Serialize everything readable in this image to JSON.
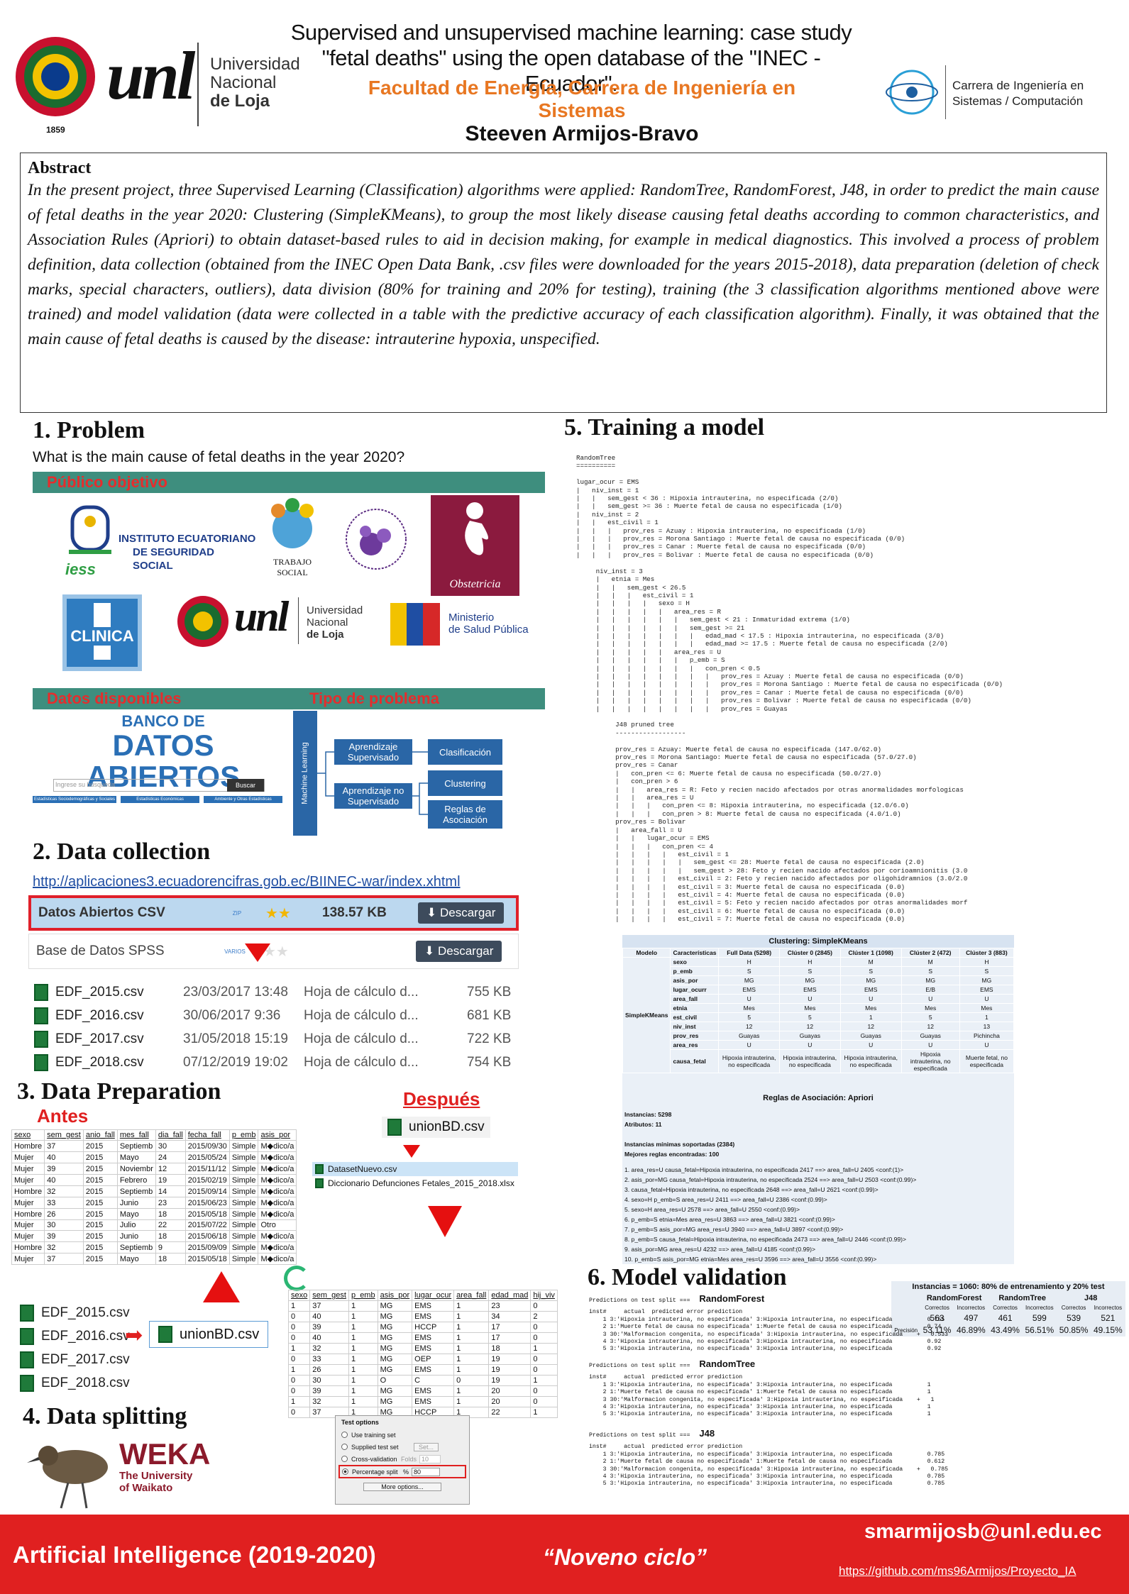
{
  "header": {
    "title_line1": "Supervised and unsupervised machine learning: case study",
    "title_line2": "\"fetal deaths\" using the open database of the \"INEC - Ecuador\".",
    "faculty_line1": "Facultad de Energía, Carrera de Ingeniería en",
    "faculty_line2": "Sistemas",
    "author": "Steeven Armijos-Bravo",
    "unl_logo_text": "unl",
    "unl_name_line1": "Universidad",
    "unl_name_line2": "Nacional",
    "unl_name_line3": "de Loja",
    "seal_year": "1859",
    "career_line1": "Carrera de Ingeniería en",
    "career_line2": "Sistemas / Computación"
  },
  "abstract": {
    "heading": "Abstract",
    "text": "In the present project, three Supervised Learning (Classification) algorithms were applied: RandomTree, RandomForest, J48, in order to predict the main cause of fetal deaths in the year 2020: Clustering (SimpleKMeans), to group the most likely disease causing fetal deaths according to common characteristics, and Association Rules (Apriori) to obtain dataset-based rules to aid in decision making, for example in medical diagnostics. This involved a process of problem definition, data collection (obtained from the INEC Open Data Bank, .csv files were downloaded for the years 2015-2018), data preparation (deletion of check marks, special characters, outliers), data division (80% for training and 20% for testing), training (the 3 classification algorithms mentioned above were trained) and model validation (data were collected in a table with the predictive accuracy of each classification algorithm). Finally, it was obtained that the main cause of fetal deaths is caused by the disease: intrauterine hypoxia, unspecified."
  },
  "problem": {
    "heading": "1. Problem",
    "question": "What is the main cause of fetal deaths in the year 2020?",
    "bar_target": "Público objetivo",
    "bar_data": "Datos disponibles",
    "bar_type": "Tipo de problema",
    "iess_name_line1": "INSTITUTO ECUATORIANO",
    "iess_name_line2": "DE SEGURIDAD SOCIAL",
    "iess_abbr": "iess",
    "social_work": "TRABAJO SOCIAL",
    "obstetrics": "Obstetricia",
    "clinic": "CLINICA",
    "ministry_line1": "Ministerio",
    "ministry_line2": "de Salud Pública",
    "open_data_line1": "BANCO DE",
    "open_data_line2": "DATOS ABIERTOS",
    "search_placeholder": "Ingrese su búsqueda",
    "search_button": "Buscar",
    "open_data_links": [
      "Estadísticas Sociodemográficas y Sociales",
      "Estadísticas Económicas",
      "Ambiente y Otras Estadísticas"
    ],
    "ml_root": "Machine Learning",
    "ml_supervised": "Aprendizaje Supervisado",
    "ml_unsupervised": "Aprendizaje no Supervisado",
    "ml_classification": "Clasificación",
    "ml_clustering": "Clustering",
    "ml_association": "Reglas de Asociación"
  },
  "collection": {
    "heading": "2. Data collection",
    "url": "http://aplicaciones3.ecuadorencifras.gob.ec/BIINEC-war/index.xhtml",
    "rows": [
      {
        "name": "Datos Abiertos CSV",
        "size": "138.57 KB",
        "button": "Descargar",
        "icon": "ZIP"
      },
      {
        "name": "Base de Datos SPSS",
        "size": "",
        "button": "Descargar",
        "icon": "VARIOS"
      }
    ],
    "files": [
      {
        "name": "EDF_2015.csv",
        "date": "23/03/2017 13:48",
        "type": "Hoja de cálculo d...",
        "size": "755 KB"
      },
      {
        "name": "EDF_2016.csv",
        "date": "30/06/2017 9:36",
        "type": "Hoja de cálculo d...",
        "size": "681 KB"
      },
      {
        "name": "EDF_2017.csv",
        "date": "31/05/2018 15:19",
        "type": "Hoja de cálculo d...",
        "size": "722 KB"
      },
      {
        "name": "EDF_2018.csv",
        "date": "07/12/2019 19:02",
        "type": "Hoja de cálculo d...",
        "size": "754 KB"
      }
    ]
  },
  "preparation": {
    "heading": "3. Data Preparation",
    "before": "Antes",
    "after": "Después",
    "union_file": "unionBD.csv",
    "after_files": [
      "DatasetNuevo.csv",
      "Diccionario Defunciones Fetales_2015_2018.xlsx"
    ],
    "before_headers": [
      "sexo",
      "sem_gest",
      "anio_fall",
      "mes_fall",
      "dia_fall",
      "fecha_fall",
      "p_emb",
      "asis_por"
    ],
    "before_rows": [
      [
        "Hombre",
        "37",
        "2015",
        "Septiemb",
        "30",
        "2015/09/30",
        "Simple",
        "M◆dico/a"
      ],
      [
        "Mujer",
        "40",
        "2015",
        "Mayo",
        "24",
        "2015/05/24",
        "Simple",
        "M◆dico/a"
      ],
      [
        "Mujer",
        "39",
        "2015",
        "Noviembr",
        "12",
        "2015/11/12",
        "Simple",
        "M◆dico/a"
      ],
      [
        "Mujer",
        "40",
        "2015",
        "Febrero",
        "19",
        "2015/02/19",
        "Simple",
        "M◆dico/a"
      ],
      [
        "Hombre",
        "32",
        "2015",
        "Septiemb",
        "14",
        "2015/09/14",
        "Simple",
        "M◆dico/a"
      ],
      [
        "Mujer",
        "33",
        "2015",
        "Junio",
        "23",
        "2015/06/23",
        "Simple",
        "M◆dico/a"
      ],
      [
        "Hombre",
        "26",
        "2015",
        "Mayo",
        "18",
        "2015/05/18",
        "Simple",
        "M◆dico/a"
      ],
      [
        "Mujer",
        "30",
        "2015",
        "Julio",
        "22",
        "2015/07/22",
        "Simple",
        "Otro"
      ],
      [
        "Mujer",
        "39",
        "2015",
        "Junio",
        "18",
        "2015/06/18",
        "Simple",
        "M◆dico/a"
      ],
      [
        "Hombre",
        "32",
        "2015",
        "Septiemb",
        "9",
        "2015/09/09",
        "Simple",
        "M◆dico/a"
      ],
      [
        "Mujer",
        "37",
        "2015",
        "Mayo",
        "18",
        "2015/05/18",
        "Simple",
        "M◆dico/a"
      ]
    ],
    "after_headers": [
      "sexo",
      "sem_gest",
      "p_emb",
      "asis_por",
      "lugar_ocur",
      "area_fall",
      "edad_mad",
      "hij_viv"
    ],
    "after_rows": [
      [
        "1",
        "37",
        "1",
        "MG",
        "EMS",
        "1",
        "23",
        "0"
      ],
      [
        "0",
        "40",
        "1",
        "MG",
        "EMS",
        "1",
        "34",
        "2"
      ],
      [
        "0",
        "39",
        "1",
        "MG",
        "HCCP",
        "1",
        "17",
        "0"
      ],
      [
        "0",
        "40",
        "1",
        "MG",
        "EMS",
        "1",
        "17",
        "0"
      ],
      [
        "1",
        "32",
        "1",
        "MG",
        "EMS",
        "1",
        "18",
        "1"
      ],
      [
        "0",
        "33",
        "1",
        "MG",
        "OEP",
        "1",
        "19",
        "0"
      ],
      [
        "1",
        "26",
        "1",
        "MG",
        "EMS",
        "1",
        "19",
        "0"
      ],
      [
        "0",
        "30",
        "1",
        "O",
        "C",
        "0",
        "19",
        "1"
      ],
      [
        "0",
        "39",
        "1",
        "MG",
        "EMS",
        "1",
        "20",
        "0"
      ],
      [
        "1",
        "32",
        "1",
        "MG",
        "EMS",
        "1",
        "20",
        "0"
      ],
      [
        "0",
        "37",
        "1",
        "MG",
        "HCCP",
        "1",
        "22",
        "1"
      ]
    ],
    "left_files": [
      "EDF_2015.csv",
      "EDF_2016.csv",
      "EDF_2017.csv",
      "EDF_2018.csv"
    ]
  },
  "splitting": {
    "heading": "4. Data splitting",
    "weka_name": "WEKA",
    "weka_sub1": "The University",
    "weka_sub2": "of Waikato",
    "test_options_title": "Test options",
    "options": [
      "Use training set",
      "Supplied test set",
      "Cross-validation",
      "Percentage split"
    ],
    "set_button": "Set...",
    "folds_label": "Folds",
    "folds_value": "10",
    "percent_label": "%",
    "percent_value": "80",
    "more_options": "More options..."
  },
  "training": {
    "heading": "5. Training a model",
    "tree_text": "RandomTree\n==========\n\nlugar_ocur = EMS\n|   niv_inst = 1\n|   |   sem_gest < 36 : Hipoxia intrauterina, no especificada (2/0)\n|   |   sem_gest >= 36 : Muerte fetal de causa no especificada (1/0)\n|   niv_inst = 2\n|   |   est_civil = 1\n|   |   |   prov_res = Azuay : Hipoxia intrauterina, no especificada (1/0)\n|   |   |   prov_res = Morona Santiago : Muerte fetal de causa no especificada (0/0)\n|   |   |   prov_res = Canar : Muerte fetal de causa no especificada (0/0)\n|   |   |   prov_res = Bolivar : Muerte fetal de causa no especificada (0/0)\n\n     niv_inst = 3\n     |   etnia = Mes\n     |   |   sem_gest < 26.5\n     |   |   |   est_civil = 1\n     |   |   |   |   sexo = H\n     |   |   |   |   |   area_res = R\n     |   |   |   |   |   |   sem_gest < 21 : Inmaturidad extrema (1/0)\n     |   |   |   |   |   |   sem_gest >= 21\n     |   |   |   |   |   |   |   edad_mad < 17.5 : Hipoxia intrauterina, no especificada (3/0)\n     |   |   |   |   |   |   |   edad_mad >= 17.5 : Muerte fetal de causa no especificada (2/0)\n     |   |   |   |   |   area_res = U\n     |   |   |   |   |   |   p_emb = S\n     |   |   |   |   |   |   |   con_pren < 0.5\n     |   |   |   |   |   |   |   |   prov_res = Azuay : Muerte fetal de causa no especificada (0/0)\n     |   |   |   |   |   |   |   |   prov_res = Morona Santiago : Muerte fetal de causa no especificada (0/0)\n     |   |   |   |   |   |   |   |   prov_res = Canar : Muerte fetal de causa no especificada (0/0)\n     |   |   |   |   |   |   |   |   prov_res = Bolivar : Muerte fetal de causa no especificada (0/0)\n     |   |   |   |   |   |   |   |   prov_res = Guayas\n\n          J48 pruned tree\n          ------------------\n\n          prov_res = Azuay: Muerte fetal de causa no especificada (147.0/62.0)\n          prov_res = Morona Santiago: Muerte fetal de causa no especificada (57.0/27.0)\n          prov_res = Canar\n          |   con_pren <= 6: Muerte fetal de causa no especificada (50.0/27.0)\n          |   con_pren > 6\n          |   |   area_res = R: Feto y recien nacido afectados por otras anormalidades morfologicas\n          |   |   area_res = U\n          |   |   |   con_pren <= 8: Hipoxia intrauterina, no especificada (12.0/6.0)\n          |   |   |   con_pren > 8: Muerte fetal de causa no especificada (4.0/1.0)\n          prov_res = Bolivar\n          |   area_fall = U\n          |   |   lugar_ocur = EMS\n          |   |   |   con_pren <= 4\n          |   |   |   |   est_civil = 1\n          |   |   |   |   |   sem_gest <= 28: Muerte fetal de causa no especificada (2.0)\n          |   |   |   |   |   sem_gest > 28: Feto y recien nacido afectados por corioamnionitis (3.0\n          |   |   |   |   est_civil = 2: Feto y recien nacido afectados por oligohidramnios (3.0/2.0\n          |   |   |   |   est_civil = 3: Muerte fetal de causa no especificada (0.0)\n          |   |   |   |   est_civil = 4: Muerte fetal de causa no especificada (0.0)\n          |   |   |   |   est_civil = 5: Feto y recien nacido afectados por otras anormalidades morf\n          |   |   |   |   est_civil = 6: Muerte fetal de causa no especificada (0.0)\n          |   |   |   |   est_civil = 7: Muerte fetal de causa no especificada (0.0)",
    "cluster_title": "Clustering: SimpleKMeans",
    "cluster_headers": [
      "Modelo",
      "Características",
      "Full Data (5298)",
      "Clúster 0 (2845)",
      "Clúster 1 (1098)",
      "Clúster 2 (472)",
      "Clúster 3 (883)"
    ],
    "cluster_model": "SimpleKMeans",
    "cluster_rows": [
      [
        "sexo",
        "H",
        "H",
        "M",
        "M",
        "H"
      ],
      [
        "p_emb",
        "S",
        "S",
        "S",
        "S",
        "S"
      ],
      [
        "asis_por",
        "MG",
        "MG",
        "MG",
        "MG",
        "MG"
      ],
      [
        "lugar_ocurr",
        "EMS",
        "EMS",
        "EMS",
        "E/B",
        "EMS"
      ],
      [
        "area_fall",
        "U",
        "U",
        "U",
        "U",
        "U"
      ],
      [
        "etnia",
        "Mes",
        "Mes",
        "Mes",
        "Mes",
        "Mes"
      ],
      [
        "est_civil",
        "5",
        "5",
        "1",
        "5",
        "1"
      ],
      [
        "niv_inst",
        "12",
        "12",
        "12",
        "12",
        "13"
      ],
      [
        "prov_res",
        "Guayas",
        "Guayas",
        "Guayas",
        "Guayas",
        "Pichincha"
      ],
      [
        "area_res",
        "U",
        "U",
        "U",
        "U",
        "U"
      ],
      [
        "causa_fetal",
        "Hipoxia intrauterina, no especificada",
        "Hipoxia intrauterina, no especificada",
        "Hipoxia intrauterina, no especificada",
        "Hipoxia intrauterina, no especificada",
        "Muerte fetal, no especificada"
      ]
    ],
    "apriori_title": "Reglas de Asociación:  Apriori",
    "apriori_info": [
      "Instancias: 5298",
      "Atributos: 11",
      "",
      "Instancias mínimas soportadas (2384)",
      "Mejores reglas encontradas: 100"
    ],
    "apriori_rules": [
      "1. area_res=U causa_fetal=Hipoxia intrauterina, no especificada 2417 ==> area_fall=U 2405    <conf:(1)>",
      "2. asis_por=MG causa_fetal=Hipoxia intrauterina, no especificada 2524 ==> area_fall=U 2503    <conf:(0.99)>",
      "3. causa_fetal=Hipoxia intrauterina, no especificada 2648 ==> area_fall=U 2621    <conf:(0.99)>",
      "4. sexo=H p_emb=S area_res=U 2411 ==> area_fall=U 2386    <conf:(0.99)>",
      "5. sexo=H area_res=U 2578 ==> area_fall=U 2550    <conf:(0.99)>",
      "6. p_emb=S etnia=Mes area_res=U 3863 ==> area_fall=U 3821    <conf:(0.99)>",
      "7. p_emb=S asis_por=MG area_res=U 3940 ==> area_fall=U 3897    <conf:(0.99)>",
      "8. p_emb=S causa_fetal=Hipoxia intrauterina, no especificada 2473 ==> area_fall=U 2446    <conf:(0.99)>",
      "9. asis_por=MG area_res=U 4232 ==> area_fall=U 4185    <conf:(0.99)>",
      "10. p_emb=S asis_por=MG etnia=Mes area_res=U 3596 ==> area_fall=U 3556    <conf:(0.99)>"
    ]
  },
  "validation": {
    "heading": "6. Model validation",
    "summary_title": "Instancias = 1060: 80% de entrenamiento  y 20% test",
    "algorithms": [
      "RandomForest",
      "RandomTree",
      "J48"
    ],
    "sub_headers": [
      "Correctos",
      "Incorrectos",
      "Correctos",
      "Incorrectos",
      "Correctos",
      "Incorrectos"
    ],
    "counts": [
      "563",
      "497",
      "461",
      "599",
      "539",
      "521"
    ],
    "precision_label": "Precisión",
    "precision": [
      "53.11%",
      "46.89%",
      "43.49%",
      "56.51%",
      "50.85%",
      "49.15%"
    ],
    "blocks": [
      {
        "label": "RandomForest",
        "text": "inst#     actual  predicted error prediction\n    1 3:'Hipoxia intrauterina, no especificada' 3:Hipoxia intrauterina, no especificada          0.755\n    2 1:'Muerte fetal de causa no especificada' 1:Muerte fetal de causa no especificada          0.74\n    3 30:'Malformacion congenita, no especificada' 3:Hipoxia intrauterina, no especificada    +   0.533\n    4 3:'Hipoxia intrauterina, no especificada' 3:Hipoxia intrauterina, no especificada          0.92\n    5 3:'Hipoxia intrauterina, no especificada' 3:Hipoxia intrauterina, no especificada          0.92"
      },
      {
        "label": "RandomTree",
        "text": "inst#     actual  predicted error prediction\n    1 3:'Hipoxia intrauterina, no especificada' 3:Hipoxia intrauterina, no especificada          1\n    2 1:'Muerte fetal de causa no especificada' 1:Muerte fetal de causa no especificada          1\n    3 30:'Malformacion congenita, no especificada' 3:Hipoxia intrauterina, no especificada    +   1\n    4 3:'Hipoxia intrauterina, no especificada' 3:Hipoxia intrauterina, no especificada          1\n    5 3:'Hipoxia intrauterina, no especificada' 3:Hipoxia intrauterina, no especificada          1"
      },
      {
        "label": "J48",
        "text": "inst#     actual  predicted error prediction\n    1 3:'Hipoxia intrauterina, no especificada' 3:Hipoxia intrauterina, no especificada          0.785\n    2 1:'Muerte fetal de causa no especificada' 1:Muerte fetal de causa no especificada          0.612\n    3 30:'Malformacion congenita, no especificada' 3:Hipoxia intrauterina, no especificada    +   0.785\n    4 3:'Hipoxia intrauterina, no especificada' 3:Hipoxia intrauterina, no especificada          0.785\n    5 3:'Hipoxia intrauterina, no especificada' 3:Hipoxia intrauterina, no especificada          0.785"
      }
    ],
    "split_prefix": "Predictions on test split ==="
  },
  "footer": {
    "course": "Artificial Intelligence (2019-2020)",
    "level": "“Noveno ciclo”",
    "email": "smarmijosb@unl.edu.ec",
    "github": "https://github.com/ms96Armijos/Proyecto_IA"
  },
  "colors": {
    "accent_orange": "#e87722",
    "footer_red": "#e02020",
    "bar_teal": "#3e8e7e"
  }
}
